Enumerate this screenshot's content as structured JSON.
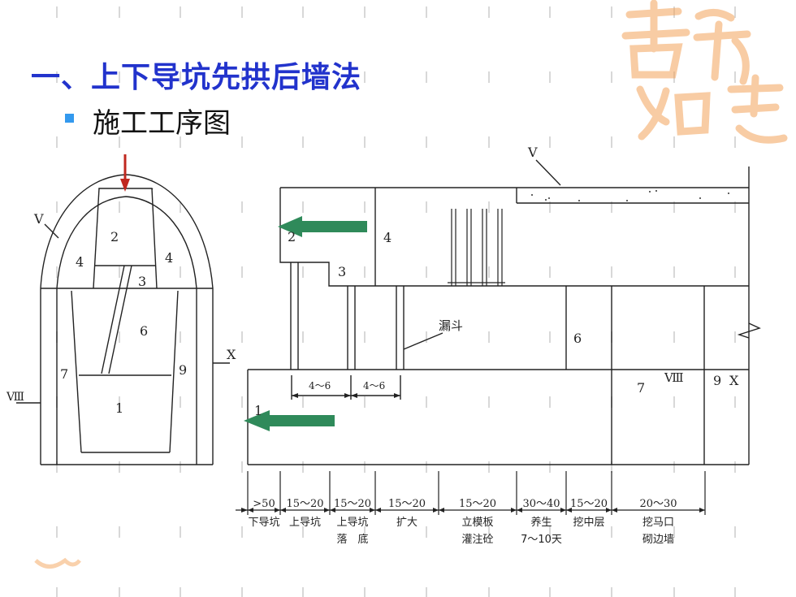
{
  "slide": {
    "title": "一、上下导坑先拱后墙法",
    "subtitle": "施工工序图"
  },
  "cross_section": {
    "labels": [
      "V",
      "2",
      "4",
      "4",
      "3",
      "6",
      "7",
      "9",
      "1",
      "Ⅷ",
      "X"
    ]
  },
  "longitudinal": {
    "labels": [
      "V",
      "2",
      "4",
      "3",
      "漏斗",
      "6",
      "1",
      "7",
      "Ⅷ",
      "9",
      "X"
    ],
    "spacing_labels": [
      "4～6",
      "4～6"
    ],
    "segments": [
      {
        "dist": ">50",
        "line1": "下导坑",
        "line2": ""
      },
      {
        "dist": "15～20",
        "line1": "上导坑",
        "line2": ""
      },
      {
        "dist": "15～20",
        "line1": "上导坑",
        "line2": "落　底"
      },
      {
        "dist": "15～20",
        "line1": "扩大",
        "line2": ""
      },
      {
        "dist": "15～20",
        "line1": "立模板",
        "line2": "灌注砼"
      },
      {
        "dist": "30～40",
        "line1": "养生",
        "line2": "7～10天"
      },
      {
        "dist": "15～20",
        "line1": "挖中层",
        "line2": ""
      },
      {
        "dist": "20～30",
        "line1": "挖马口",
        "line2": "砌边墙"
      }
    ]
  },
  "colors": {
    "title": "#2233cc",
    "bullet": "#3399ee",
    "arrow_green": "#2f8a5a",
    "arrow_red": "#c0281f",
    "logo": "#f3a35a"
  }
}
